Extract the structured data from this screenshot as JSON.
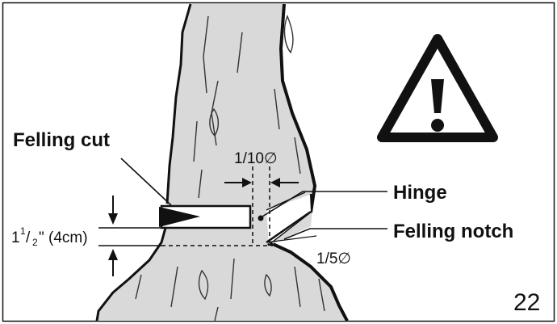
{
  "labels": {
    "felling_cut": "Felling cut",
    "hinge": "Hinge",
    "felling_notch": "Felling notch",
    "hinge_ratio": "1/10∅",
    "notch_ratio": "1/5∅",
    "height_whole": "1",
    "height_sup": "1",
    "height_slash": "/",
    "height_sub": "2",
    "height_rest": "\" (4cm)",
    "figure_number": "22"
  },
  "icons": {
    "warning": "warning-triangle-icon"
  },
  "colors": {
    "tree_fill": "#d9d9d9",
    "line": "#111111",
    "background": "#ffffff"
  }
}
